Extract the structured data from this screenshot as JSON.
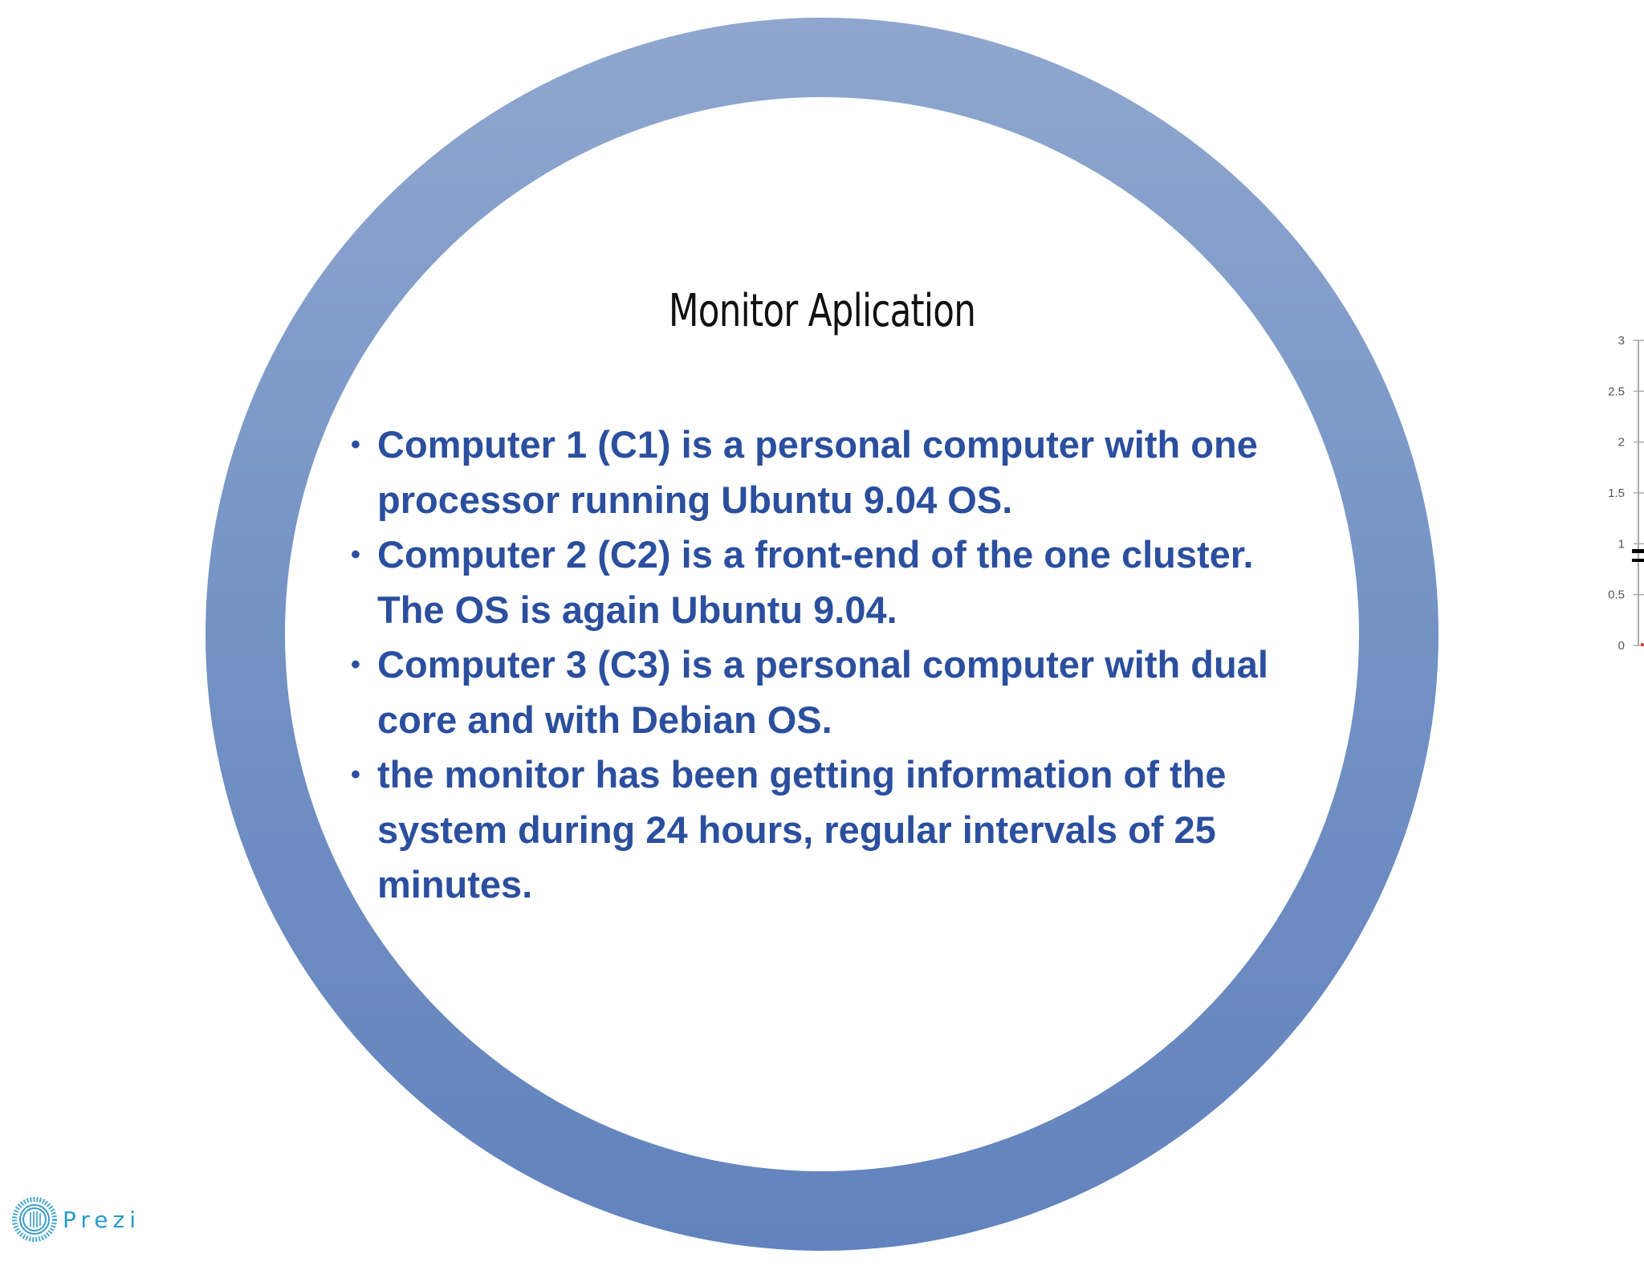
{
  "slide": {
    "title": "Monitor Aplication",
    "bullets": [
      "Computer 1 (C1) is a personal computer with one processor running Ubuntu 9.04 OS.",
      "Computer 2 (C2) is a front-end of the one cluster. The OS is again Ubuntu 9.04.",
      "Computer 3 (C3) is a personal computer with dual core and with Debian OS.",
      "the monitor has been getting information of the system during 24 hours, regular intervals of 25 minutes."
    ],
    "bullet_glyph": "•"
  },
  "partial_chart": {
    "y_ticks": [
      "3",
      "2.5",
      "2",
      "1.5",
      "1",
      "0.5",
      "0"
    ]
  },
  "branding": {
    "logo_text": "Prezi",
    "logo_color": "#2a9bc8"
  },
  "colors": {
    "ring": "#7392c4",
    "text": "#2b4f9e"
  }
}
